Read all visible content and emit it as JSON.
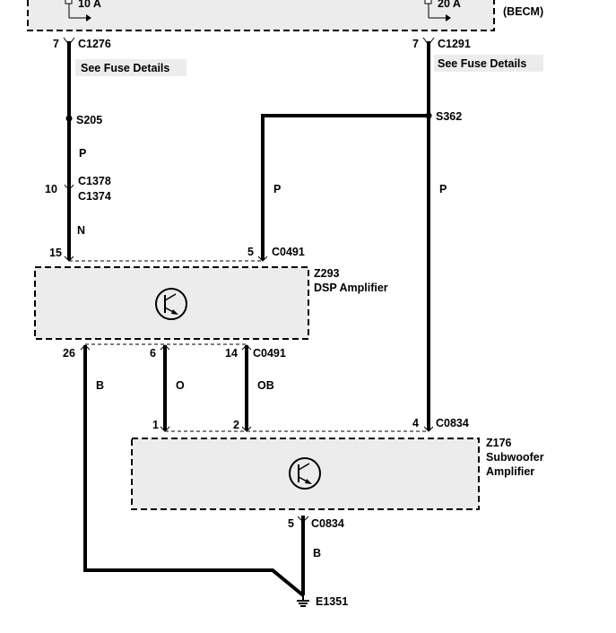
{
  "becm": {
    "fuse_left_rating": "10 A",
    "fuse_right_rating": "20 A",
    "module_label": "(BECM)"
  },
  "left_feed": {
    "pin": "7",
    "connector": "C1276",
    "note": "See Fuse Details",
    "splice": "S205",
    "wire_color_upper": "P",
    "inline_pin": "10",
    "inline_connector_1": "C1378",
    "inline_connector_2": "C1374",
    "wire_color_lower": "N"
  },
  "right_feed": {
    "pin": "7",
    "connector": "C1291",
    "note": "See Fuse Details",
    "splice": "S362",
    "wire_color_branch": "P",
    "wire_color_main": "P"
  },
  "dsp_amp": {
    "id": "Z293",
    "name": "DSP Amplifier",
    "top_pin_left": "15",
    "top_pin_right": "5",
    "top_connector": "C0491",
    "bottom_pin_1": "26",
    "bottom_pin_2": "6",
    "bottom_pin_3": "14",
    "bottom_connector": "C0491",
    "wire_b": "B",
    "wire_o": "O",
    "wire_ob": "OB"
  },
  "sub_amp": {
    "id": "Z176",
    "name_line1": "Subwoofer",
    "name_line2": "Amplifier",
    "top_pin_1": "1",
    "top_pin_2": "2",
    "top_pin_4": "4",
    "top_connector": "C0834",
    "bottom_pin": "5",
    "bottom_connector": "C0834",
    "wire_b": "B"
  },
  "ground": {
    "id": "E1351"
  }
}
